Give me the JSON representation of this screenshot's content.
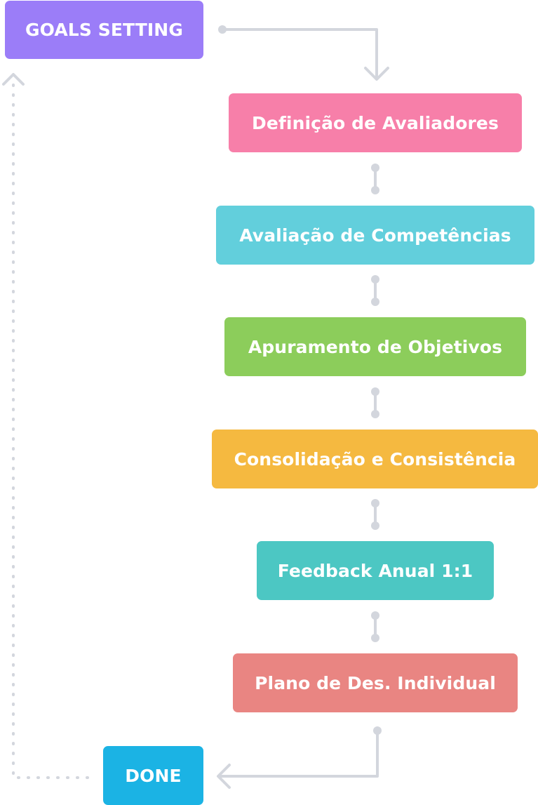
{
  "diagram": {
    "start": {
      "label": "GOALS SETTING",
      "color": "#9b7df8"
    },
    "steps": [
      {
        "label": "Definição de Avaliadores",
        "color": "#f77fa9"
      },
      {
        "label": "Avaliação de Competências",
        "color": "#62cfdc"
      },
      {
        "label": "Apuramento de Objetivos",
        "color": "#8ccd5b"
      },
      {
        "label": "Consolidação e Consistência",
        "color": "#f5b940"
      },
      {
        "label": "Feedback Anual 1:1",
        "color": "#4cc7c3"
      },
      {
        "label": "Plano de Des. Individual",
        "color": "#e98582"
      }
    ],
    "end": {
      "label": "DONE",
      "color": "#1bb3e4"
    },
    "connector_color": "#d3d6dd"
  }
}
